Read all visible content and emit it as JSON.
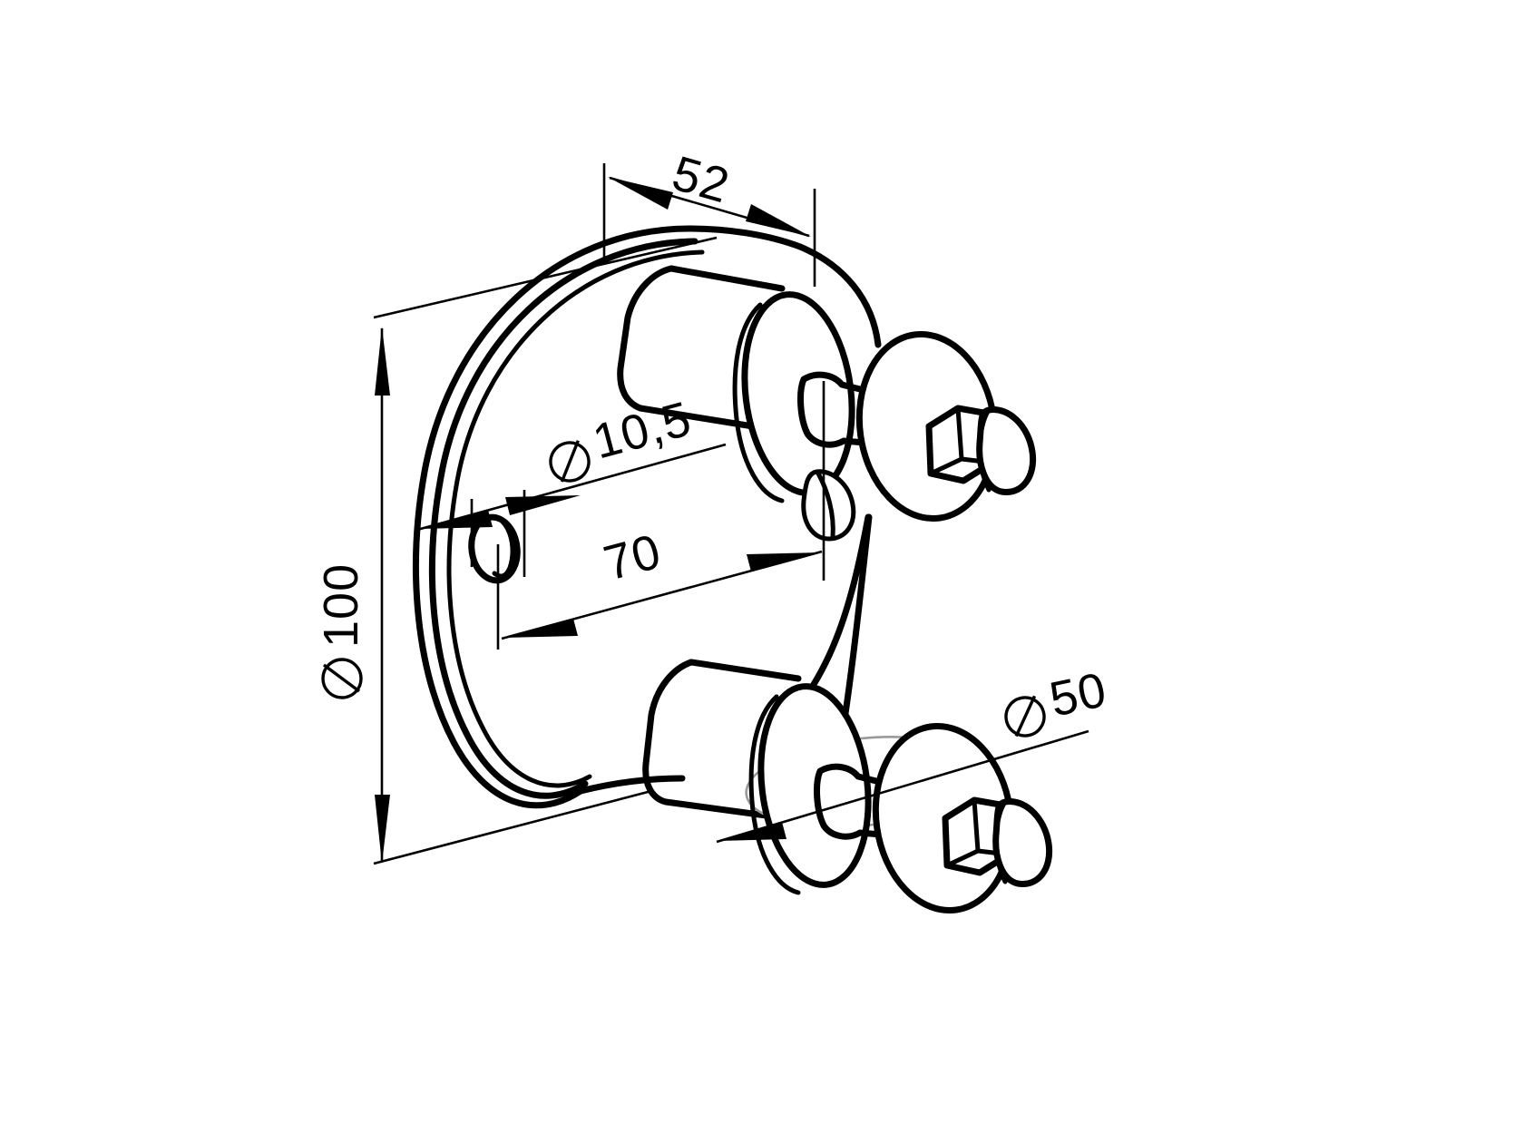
{
  "drawing": {
    "title": "Technical dimensioned drawing of a round wall-mount base plate with two stud/bolt assemblies",
    "units_note": "",
    "background_color": "#ffffff",
    "line_color": "#000000",
    "hidden_line_color": "#9a9a9a"
  },
  "dimensions": {
    "width_52": {
      "label": "52",
      "value": 52,
      "symbol": "",
      "kind": "linear",
      "description": "Thickness / offset across top of plate"
    },
    "bore_105": {
      "label": "10,5",
      "value": 10.5,
      "symbol": "Ø",
      "kind": "diameter",
      "description": "Diameter of the small mounting hole in the plate"
    },
    "pitch_70": {
      "label": "70",
      "value": 70,
      "symbol": "",
      "kind": "linear",
      "description": "Centre distance between mounting hole and stud axis"
    },
    "plate_100": {
      "label": "100",
      "value": 100,
      "symbol": "Ø",
      "kind": "diameter",
      "description": "Overall diameter of the round base plate"
    },
    "disc_50": {
      "label": "50",
      "value": 50,
      "symbol": "Ø",
      "kind": "diameter",
      "description": "Diameter of the outer round disc on the stud assembly"
    }
  },
  "symbols": {
    "diameter": "Ø"
  }
}
